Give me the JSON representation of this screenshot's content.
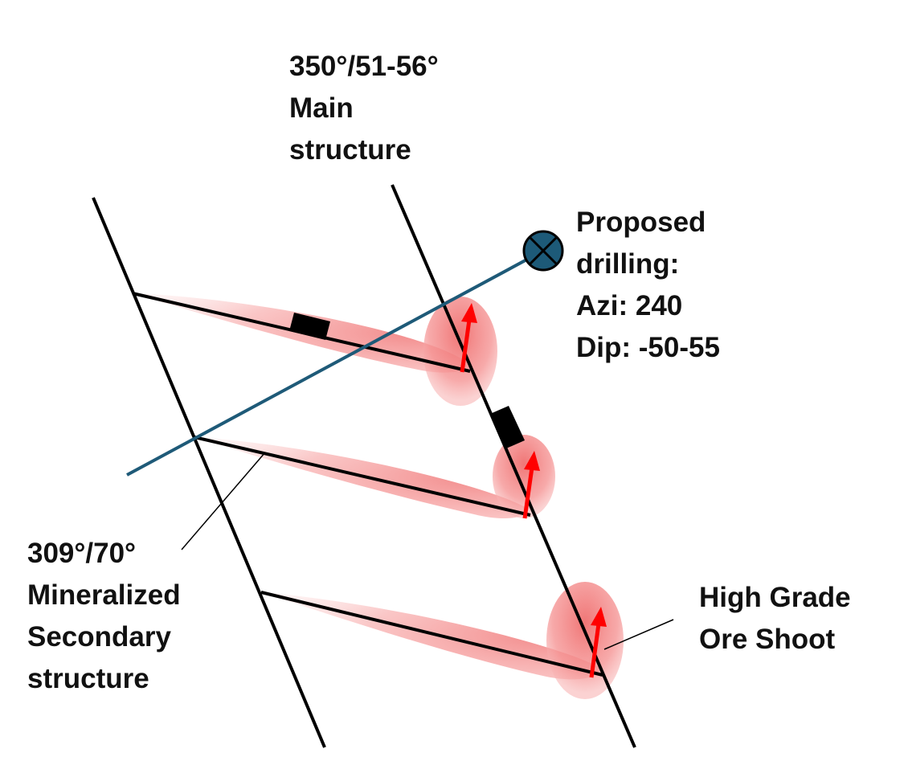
{
  "labels": {
    "main_structure": {
      "line1": "350°/51-56°",
      "line2": "Main",
      "line3": "structure"
    },
    "proposed_drilling": {
      "line1": "Proposed",
      "line2": "drilling:",
      "line3": "Azi: 240",
      "line4": "Dip: -50-55"
    },
    "secondary_structure": {
      "line1": "309°/70°",
      "line2": "Mineralized",
      "line3": "Secondary",
      "line4": "structure"
    },
    "ore_shoot": {
      "line1": "High Grade",
      "line2": "Ore Shoot"
    }
  },
  "colors": {
    "structure_line": "#000000",
    "drill_trace": "#1e5a78",
    "drill_collar_fill": "#1d5a78",
    "ore_shoot_fill": "#f28a8a",
    "plunge_arrow": "#ff0000"
  },
  "icons": {
    "drill_collar": "circle-cross-icon",
    "plunge": "arrow-up-icon",
    "offset_block": "black-rectangle-marker"
  }
}
